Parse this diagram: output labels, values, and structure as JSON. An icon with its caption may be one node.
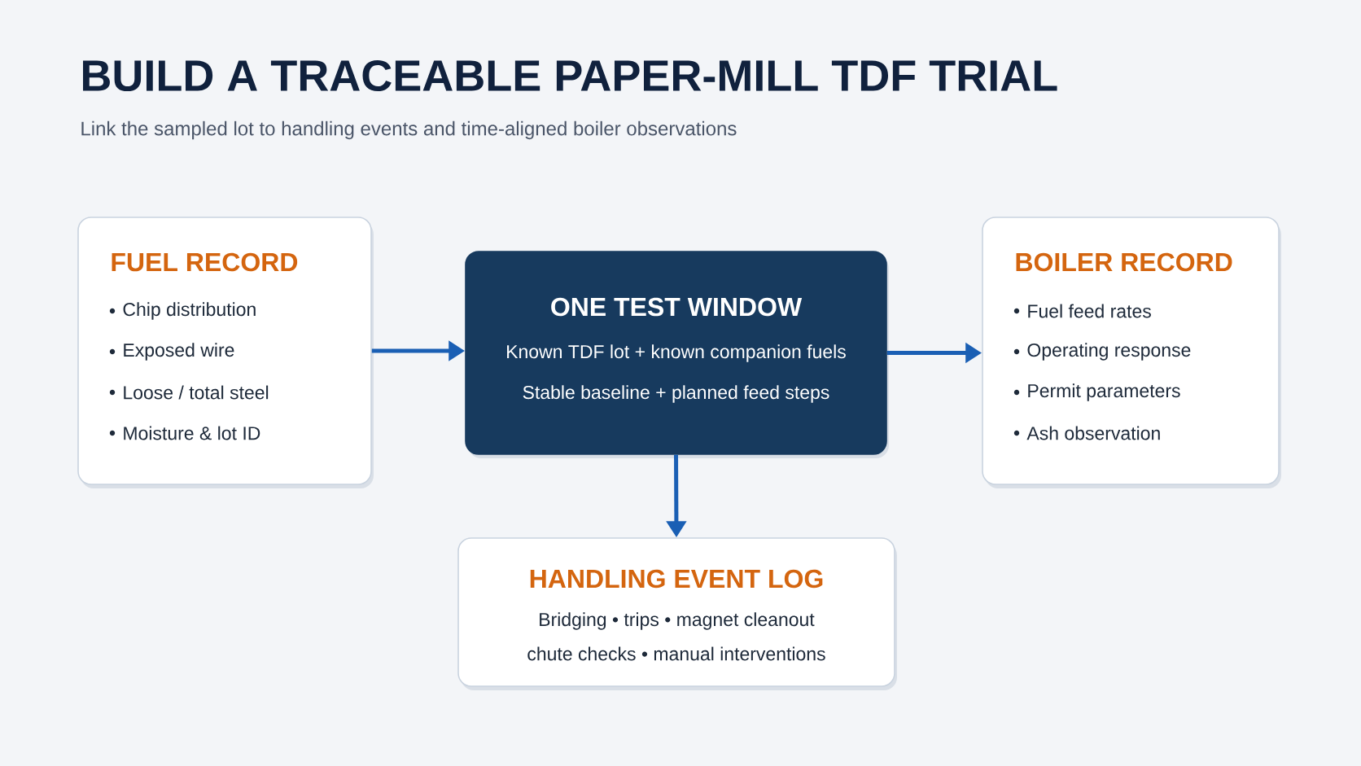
{
  "diagram": {
    "title": "BUILD A TRACEABLE PAPER-MILL TDF TRIAL",
    "caption": "Link the sampled lot to handling events and time-aligned boiler observations",
    "nodes": [
      {
        "text": [
          "FUEL RECORD",
          "Chip distribution",
          "Exposed wire",
          "Loose / total steel",
          "Moisture & lot ID"
        ]
      },
      {
        "text": [
          "ONE TEST WINDOW",
          "Known TDF lot + known companion fuels",
          "Stable baseline + planned feed steps"
        ]
      },
      {
        "text": [
          "BOILER RECORD",
          "Fuel feed rates",
          "Operating response",
          "Permit parameters",
          "Ash observation"
        ]
      },
      {
        "text": [
          "HANDLING EVENT LOG",
          "Bridging • trips • magnet cleanout",
          "chute checks • manual interventions"
        ]
      }
    ],
    "edges": [
      {
        "from": 0,
        "to": 1,
        "arrow": "to"
      },
      {
        "from": 1,
        "to": 2,
        "arrow": "to"
      },
      {
        "from": 1,
        "to": 3,
        "arrow": "to"
      }
    ]
  }
}
